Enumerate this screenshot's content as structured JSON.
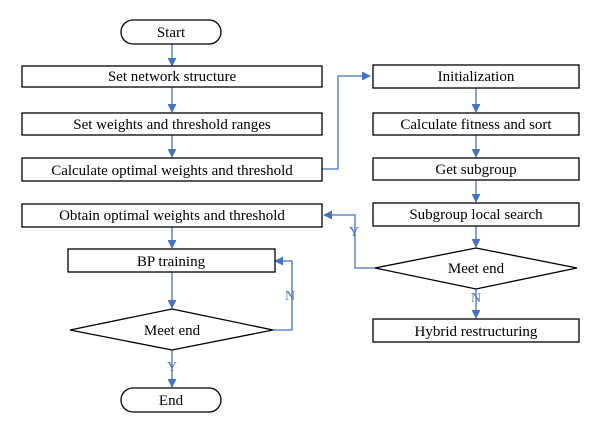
{
  "colors": {
    "stroke": "#000000",
    "arrow": "#4472C4",
    "fill": "#ffffff"
  },
  "nodes": {
    "start": "Start",
    "set_network": "Set network structure",
    "set_weights": "Set weights and threshold ranges",
    "calc_optimal": "Calculate optimal weights and threshold",
    "obtain_optimal": "Obtain optimal weights and threshold",
    "bp_training": "BP training",
    "meet_end_left": "Meet end",
    "end": "End",
    "initialization": "Initialization",
    "calc_fitness": "Calculate fitness and sort",
    "get_subgroup": "Get subgroup",
    "subgroup_search": "Subgroup local search",
    "meet_end_right": "Meet end",
    "hybrid": "Hybrid restructuring"
  },
  "edge_labels": {
    "left_no": "N",
    "left_yes": "Y",
    "right_yes": "Y",
    "right_no": "N"
  }
}
